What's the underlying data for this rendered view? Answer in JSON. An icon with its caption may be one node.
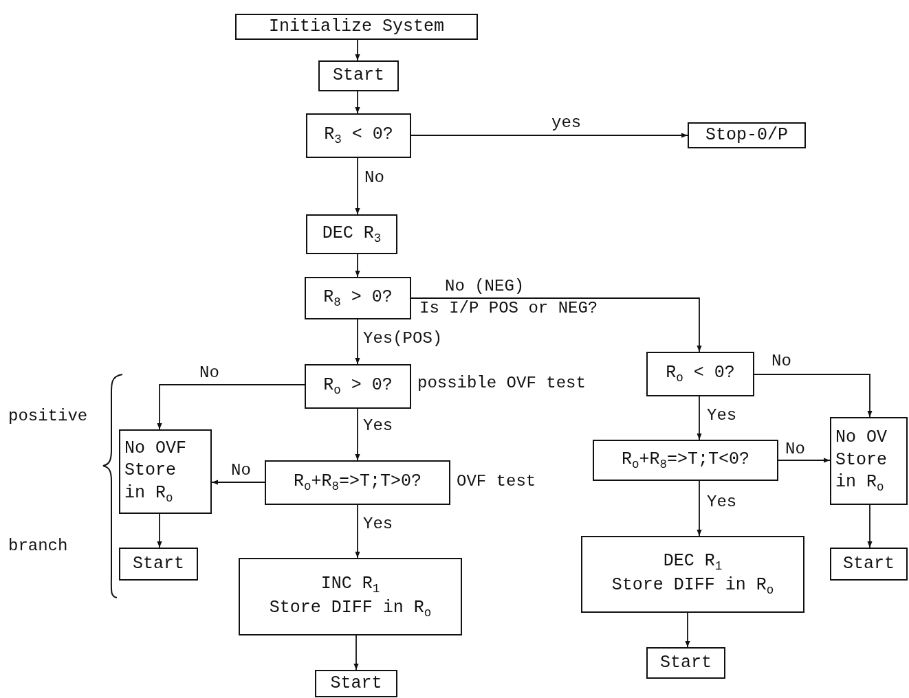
{
  "diagram": {
    "nodes": [
      {
        "text": [
          "Initialize System"
        ]
      },
      {
        "text": [
          "Start"
        ]
      },
      {
        "text": [
          "R$_{3}$ < 0?"
        ]
      },
      {
        "text": [
          "Stop-0/P"
        ]
      },
      {
        "text": [
          "DEC R$_{3}$"
        ]
      },
      {
        "text": [
          "R$_{8}$ > 0?"
        ]
      },
      {
        "text": [
          "R$_{o}$ < 0?"
        ]
      },
      {
        "text": [
          "R$_{o}$ > 0?"
        ]
      },
      {
        "text": [
          "No OV Store in R$_{o}$"
        ]
      },
      {
        "text": [
          "No OVF Store in R$_{o}$"
        ]
      },
      {
        "text": [
          "R$_{o}$+R$_{8}$=>T;T<0?"
        ]
      },
      {
        "text": [
          "R$_{o}$+R$_{8}$=>T;T>0?"
        ]
      },
      {
        "text": [
          "DEC R$_{1}$",
          "Store DIFF in R$_{o}$"
        ]
      },
      {
        "text": [
          "Start"
        ]
      },
      {
        "text": [
          "Start"
        ]
      },
      {
        "text": [
          "INC R$_{1}$",
          "Store DIFF in R$_{o}$"
        ]
      },
      {
        "text": [
          "Start"
        ]
      },
      {
        "text": [
          "Start"
        ]
      }
    ],
    "edges": [
      {
        "from": 0,
        "to": 1,
        "arrow": "to"
      },
      {
        "from": 1,
        "to": 2,
        "arrow": "to"
      },
      {
        "from": 2,
        "to": 3,
        "arrow": "to",
        "label": "yes"
      },
      {
        "from": 2,
        "to": 4,
        "arrow": "to",
        "label": "No"
      },
      {
        "from": 4,
        "to": 5,
        "arrow": "to"
      },
      {
        "from": 5,
        "to": 6,
        "arrow": "to",
        "label": "No (NEG)"
      },
      {
        "from": 5,
        "to": 7,
        "arrow": "to",
        "label": "Yes(POS)"
      },
      {
        "from": 7,
        "to": 9,
        "arrow": "to",
        "label": "No"
      },
      {
        "from": 7,
        "to": 11,
        "arrow": "to",
        "label": "Yes"
      },
      {
        "from": 11,
        "to": 9,
        "arrow": "to",
        "label": "No"
      },
      {
        "from": 9,
        "to": 13,
        "arrow": "to"
      },
      {
        "from": 11,
        "to": 15,
        "arrow": "to",
        "label": "Yes"
      },
      {
        "from": 15,
        "to": 17,
        "arrow": "to"
      },
      {
        "from": 6,
        "to": 8,
        "arrow": "to",
        "label": "No"
      },
      {
        "from": 6,
        "to": 10,
        "arrow": "to",
        "label": "Yes"
      },
      {
        "from": 10,
        "to": 8,
        "arrow": "to",
        "label": "No"
      },
      {
        "from": 10,
        "to": 12,
        "arrow": "to",
        "label": "Yes"
      },
      {
        "from": 12,
        "to": 16,
        "arrow": "to"
      },
      {
        "from": 8,
        "to": 14,
        "arrow": "to"
      }
    ],
    "labels": [
      "Is I/P POS or NEG?",
      "possible OVF test",
      "positive",
      "OVF test",
      "branch"
    ]
  }
}
